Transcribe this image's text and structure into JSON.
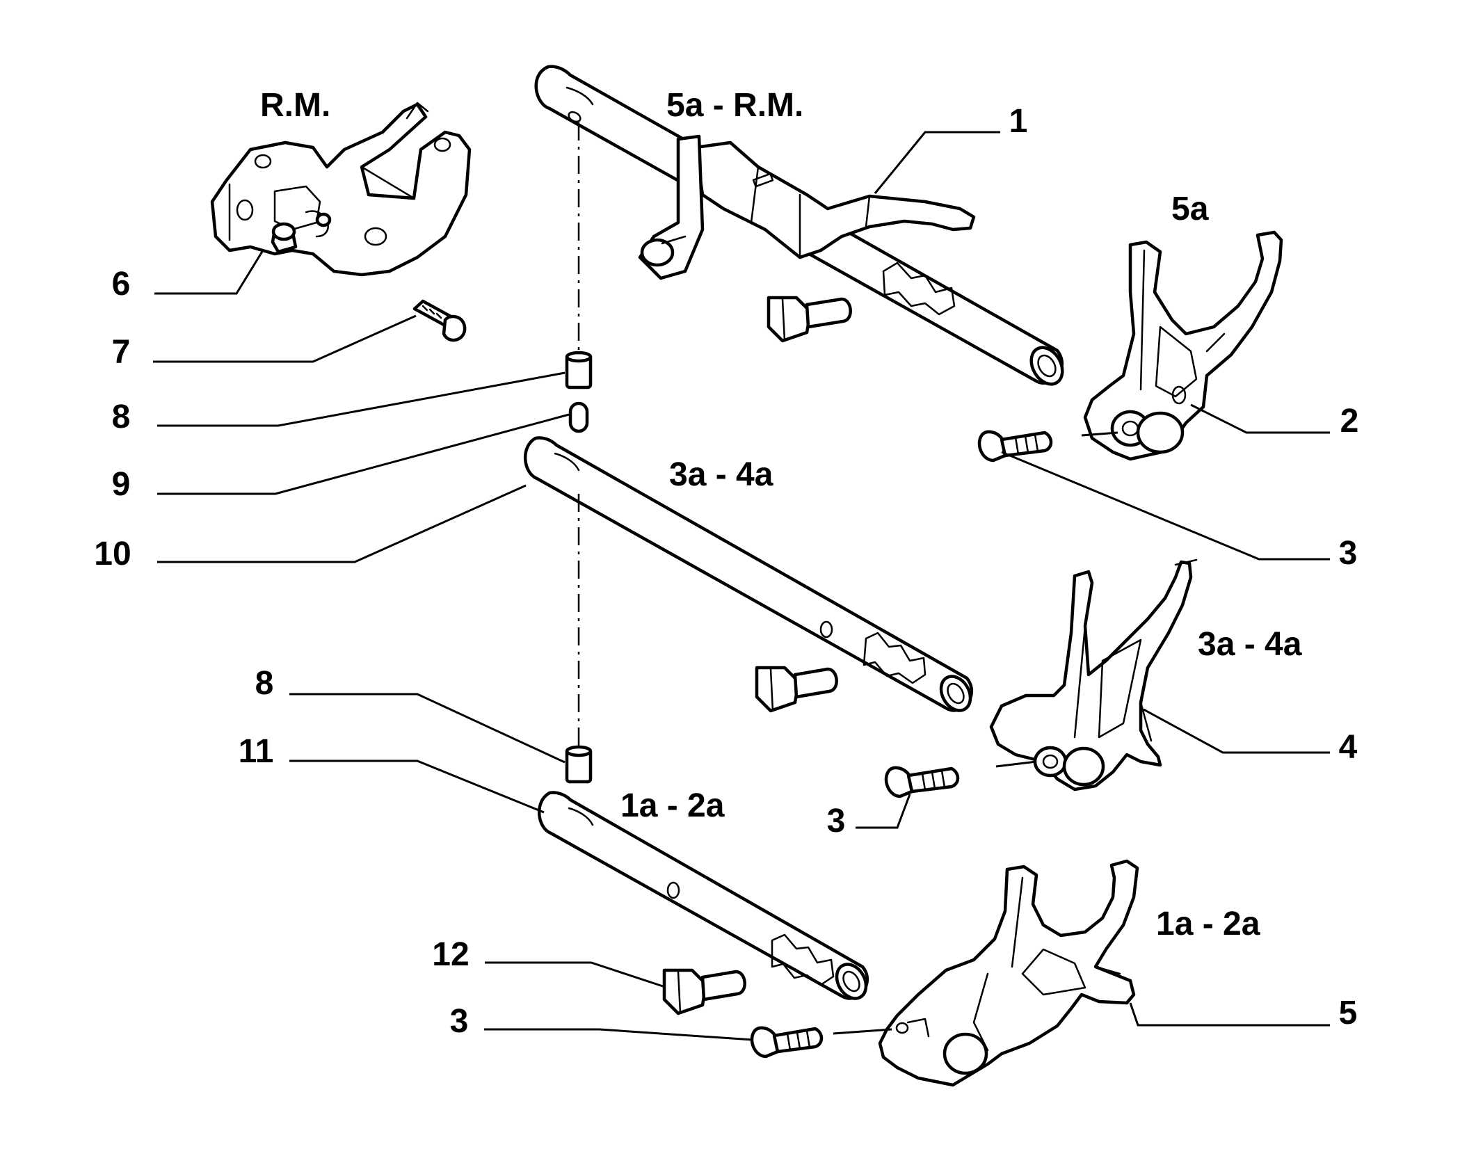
{
  "labels": {
    "title_rm": "R.M.",
    "title_5a_rm": "5a - R.M.",
    "title_5a": "5a",
    "title_3a4a_rod": "3a - 4a",
    "title_3a4a_fork": "3a - 4a",
    "title_1a2a_rod": "1a - 2a",
    "title_1a2a_fork": "1a - 2a"
  },
  "callouts": {
    "n1": "1",
    "n2": "2",
    "n3_upper": "3",
    "n3_middle": "3",
    "n3_lower": "3",
    "n4": "4",
    "n5": "5",
    "n6": "6",
    "n7": "7",
    "n8_upper": "8",
    "n8_lower": "8",
    "n9": "9",
    "n10": "10",
    "n11": "11",
    "n12": "12"
  }
}
